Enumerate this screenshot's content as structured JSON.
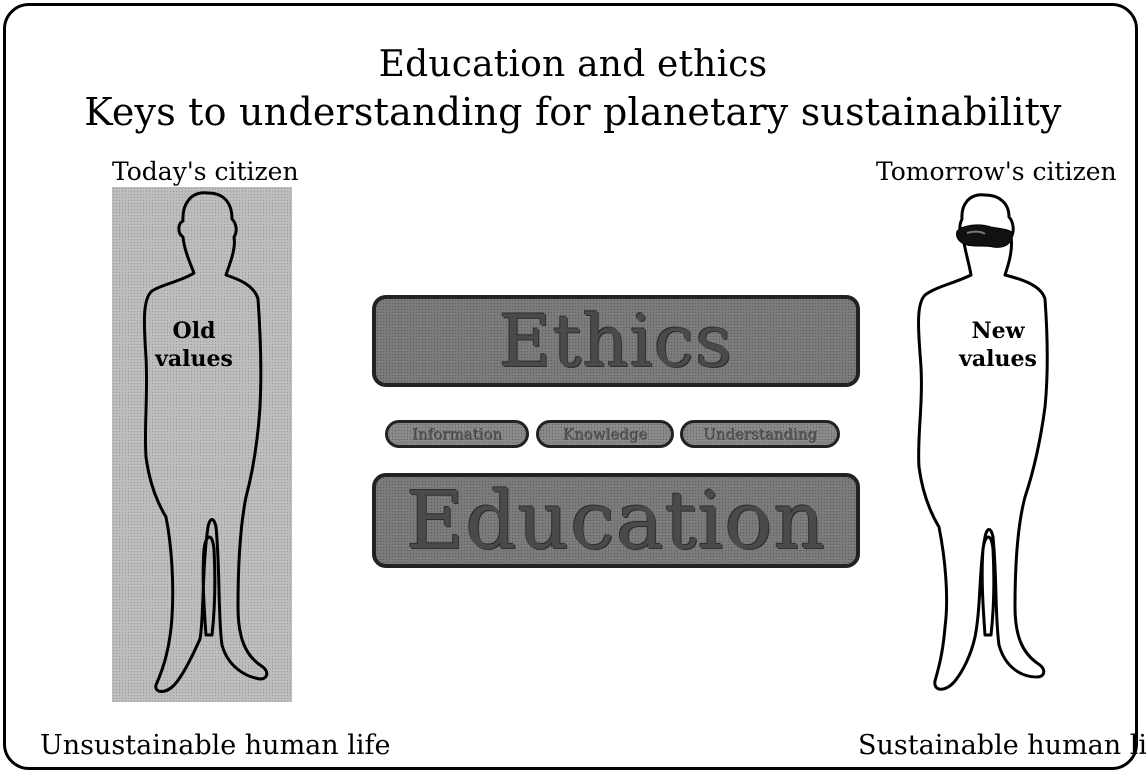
{
  "title": {
    "line1": "Education and ethics",
    "line2": "Keys to understanding for planetary sustainability"
  },
  "left": {
    "heading": "Today's citizen",
    "figure_text_line1": "Old",
    "figure_text_line2": "values",
    "footer": "Unsustainable human life"
  },
  "right": {
    "heading": "Tomorrow's citizen",
    "figure_text_line1": "New",
    "figure_text_line2": "values",
    "footer": "Sustainable human life"
  },
  "center": {
    "top_box": "Ethics",
    "bottom_box": "Education",
    "pills": [
      "Information",
      "Knowledge",
      "Understanding"
    ]
  },
  "colors": {
    "box_fill": "#7c7c7c",
    "shade": "#bdbdbd"
  }
}
